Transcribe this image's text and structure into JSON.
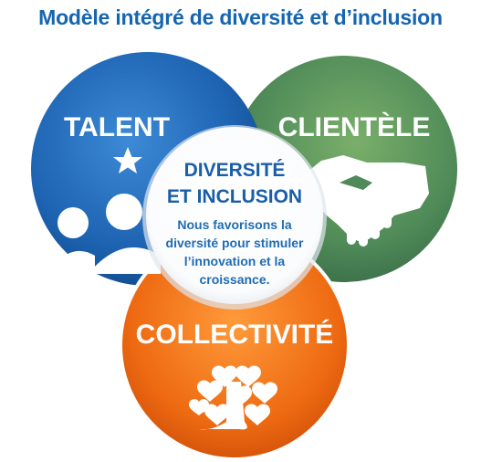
{
  "title": "Modèle intégré de diversité et d’inclusion",
  "circles": {
    "talent": {
      "label": "TALENT",
      "icon": "people-star-icon",
      "color": "#1a62b0"
    },
    "clientele": {
      "label": "CLIENTÈLE",
      "icon": "handshake-icon",
      "color": "#4e8a55"
    },
    "collectivite": {
      "label": "COLLECTIVITÉ",
      "icon": "heart-tree-icon",
      "color": "#ea6a14"
    }
  },
  "center": {
    "heading_line1": "DIVERSITÉ",
    "heading_line2": "ET INCLUSION",
    "body_line1": "Nous favorisons la",
    "body_line2": "diversité pour stimuler",
    "body_line3": "l’innovation et la",
    "body_line4": "croissance.",
    "heading_color": "#1a5ea8",
    "body_color": "#1f6cb4"
  }
}
